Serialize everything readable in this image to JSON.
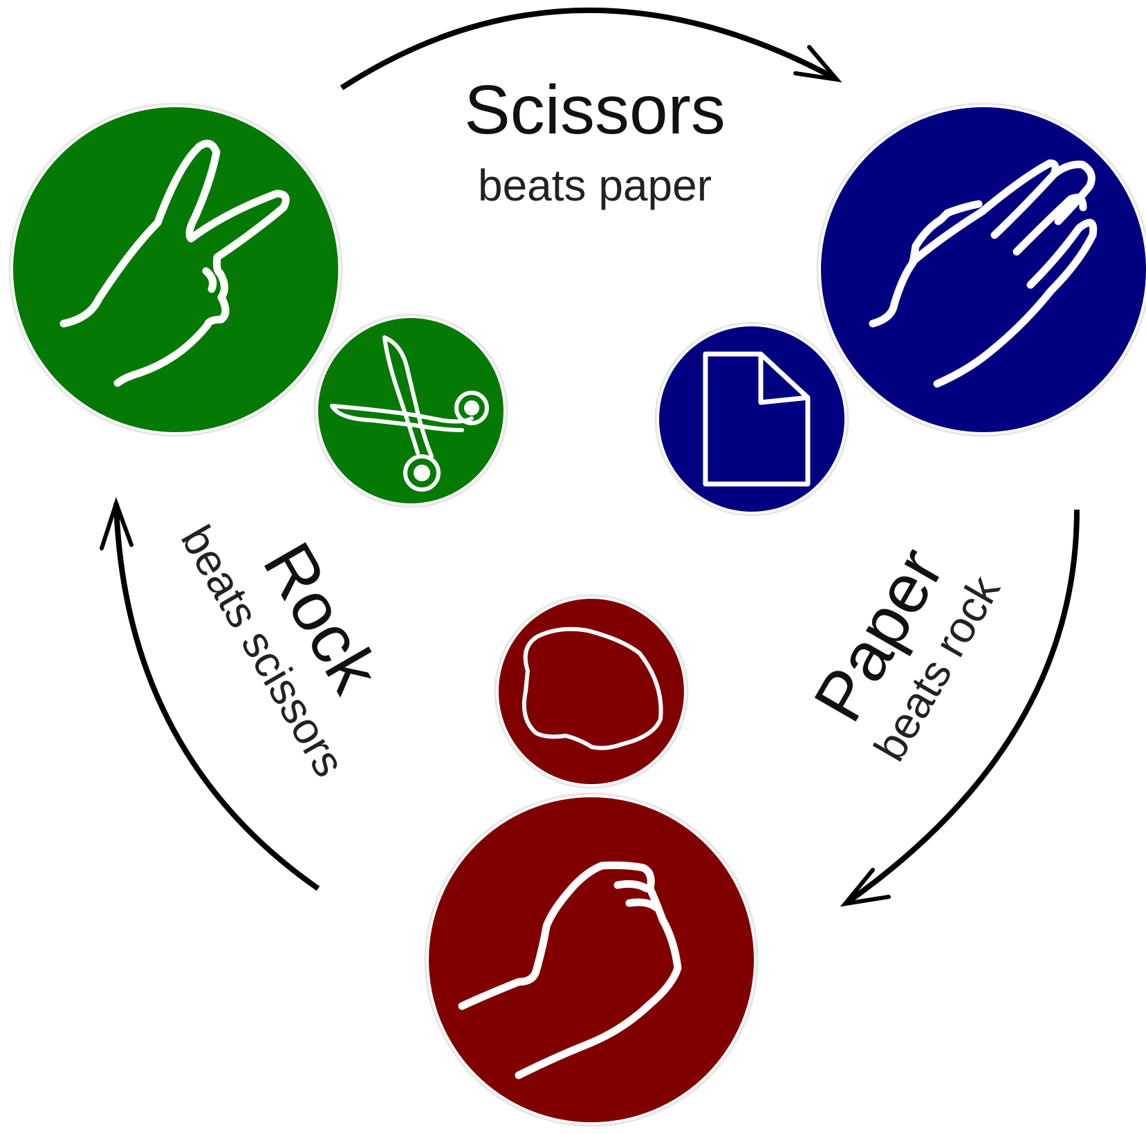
{
  "colors": {
    "scissors": "#047a04",
    "paper": "#000080",
    "rock": "#800000",
    "arrow": "#000000",
    "icon_stroke": "#ffffff"
  },
  "scissors": {
    "title": "Scissors",
    "subtitle": "beats paper",
    "hand_icon": "scissors-hand-icon",
    "symbol_icon": "scissors-icon"
  },
  "paper": {
    "title": "Paper",
    "subtitle": "beats rock",
    "hand_icon": "paper-hand-icon",
    "symbol_icon": "paper-sheet-icon"
  },
  "rock": {
    "title": "Rock",
    "subtitle": "beats scissors",
    "hand_icon": "rock-hand-icon",
    "symbol_icon": "rock-stone-icon"
  }
}
